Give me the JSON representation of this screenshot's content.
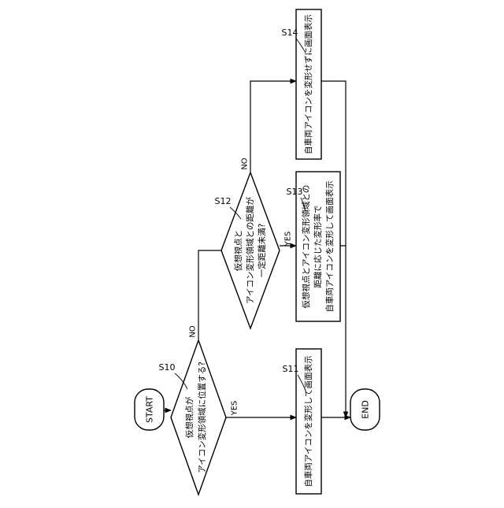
{
  "terminals": {
    "start": "START",
    "end": "END"
  },
  "steps": {
    "s10": {
      "id": "S10",
      "lines": [
        "仮想視点が",
        "アイコン変形領域に位置する?"
      ],
      "yes": "YES",
      "no": "NO"
    },
    "s11": {
      "id": "S11",
      "lines": [
        "自車両アイコンを変形して画面表示"
      ]
    },
    "s12": {
      "id": "S12",
      "lines": [
        "仮想視点と",
        "アイコン変形領域との距離が",
        "一定距離未満?"
      ],
      "yes": "YES",
      "no": "NO"
    },
    "s13": {
      "id": "S13",
      "lines": [
        "仮想視点とアイコン変形領域との",
        "距離に応じた変形率で",
        "自車両アイコンを変形して画面表示"
      ]
    },
    "s14": {
      "id": "S14",
      "lines": [
        "自車両アイコンを変形せずに画面表示"
      ]
    }
  }
}
